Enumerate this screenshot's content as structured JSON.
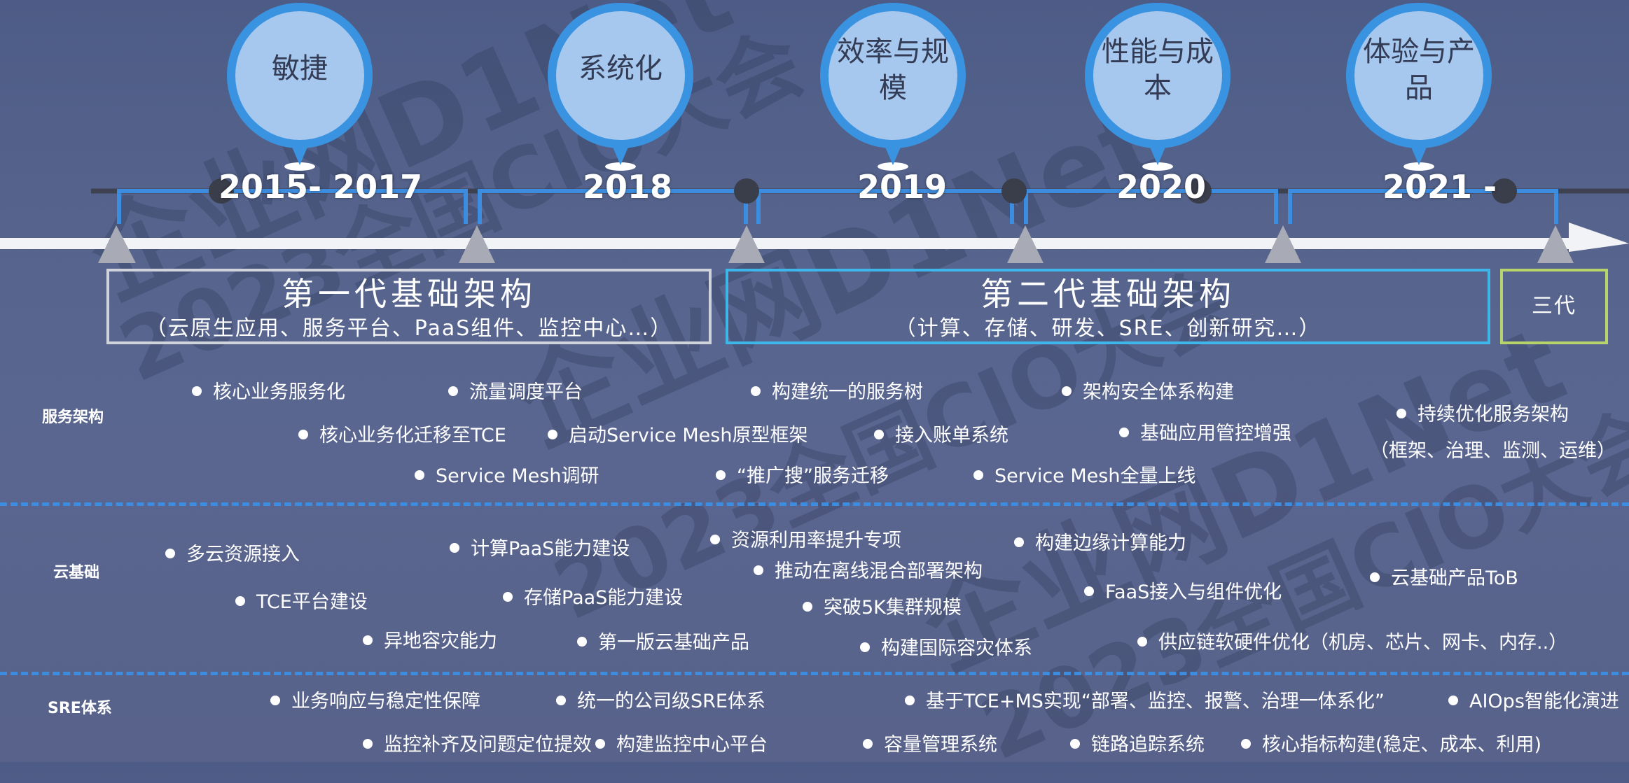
{
  "timeline": {
    "stages": [
      {
        "bubble": "敏捷",
        "year": "2015- 2017"
      },
      {
        "bubble": "系统化",
        "year": "2018"
      },
      {
        "bubble": "效率与规模",
        "year": "2019"
      },
      {
        "bubble": "性能与成本",
        "year": "2020"
      },
      {
        "bubble": "体验与产品",
        "year": "2021 -"
      }
    ]
  },
  "generations": {
    "first": {
      "title": "第一代基础架构",
      "subtitle": "（云原生应用、服务平台、PaaS组件、监控中心…）",
      "color": "#cfd3dc"
    },
    "second": {
      "title": "第二代基础架构",
      "subtitle": "（计算、存储、研发、SRE、创新研究…）",
      "color": "#3fb6ea"
    },
    "third": {
      "title": "三代",
      "color": "#b6d46a"
    }
  },
  "rows": {
    "service": {
      "label": "服务架构",
      "items": [
        "核心业务服务化",
        "流量调度平台",
        "构建统一的服务树",
        "架构安全体系构建",
        "核心业务化迁移至TCE",
        "启动Service Mesh原型框架",
        "接入账单系统",
        "基础应用管控增强",
        "持续优化服务架构",
        "（框架、治理、监测、运维）",
        "Service Mesh调研",
        "“推广搜”服务迁移",
        "Service Mesh全量上线"
      ]
    },
    "cloud": {
      "label": "云基础",
      "items": [
        "多云资源接入",
        "计算PaaS能力建设",
        "资源利用率提升专项",
        "构建边缘计算能力",
        "推动在离线混合部署架构",
        "云基础产品ToB",
        "TCE平台建设",
        "存储PaaS能力建设",
        "突破5K集群规模",
        "FaaS接入与组件优化",
        "异地容灾能力",
        "第一版云基础产品",
        "构建国际容灾体系",
        "供应链软硬件优化（机房、芯片、网卡、内存..）"
      ]
    },
    "sre": {
      "label": "SRE体系",
      "items": [
        "业务响应与稳定性保障",
        "统一的公司级SRE体系",
        "基于TCE+MS实现“部署、监控、报警、治理一体系化”",
        "AIOps智能化演进",
        "监控补齐及问题定位提效",
        "构建监控中心平台",
        "容量管理系统",
        "链路追踪系统",
        "核心指标构建(稳定、成本、利用)"
      ]
    }
  },
  "watermark": {
    "brand": "企业网D1Net",
    "event": "2023全国CIO大会"
  }
}
